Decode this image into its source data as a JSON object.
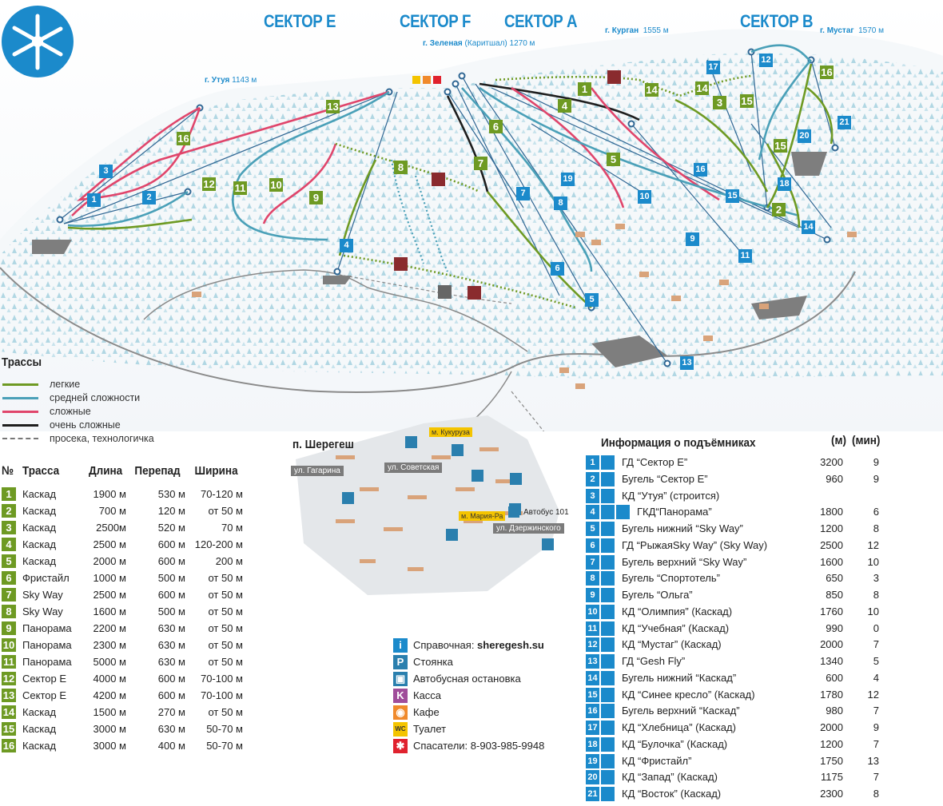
{
  "colors": {
    "easy": "#6e9a23",
    "medium": "#4aa0b8",
    "hard": "#e0456b",
    "very_hard": "#1e1e1e",
    "service": "#777777",
    "accent": "#1b8acb"
  },
  "logo": {
    "icon": "snowflake-skis-logo-icon"
  },
  "sectors": [
    "СЕКТОР E",
    "СЕКТОР F",
    "СЕКТОР A",
    "СЕКТОР B"
  ],
  "peaks": [
    {
      "name": "г. Утуя",
      "sub": "",
      "height": "1143 м"
    },
    {
      "name": "г. Зеленая",
      "sub": "(Каритшал)",
      "height": "1270 м"
    },
    {
      "name": "г. Курган",
      "sub": "",
      "height": "1555 м"
    },
    {
      "name": "г. Мустаг",
      "sub": "",
      "height": "1570 м"
    }
  ],
  "trail_markers": [
    "13",
    "16",
    "12",
    "11",
    "10",
    "9",
    "8",
    "7",
    "6",
    "4",
    "1",
    "5",
    "14",
    "14",
    "3",
    "15",
    "16",
    "15",
    "2"
  ],
  "lift_markers": [
    "3",
    "1",
    "2",
    "4",
    "17",
    "12",
    "21",
    "20",
    "16",
    "15",
    "18",
    "19",
    "7",
    "8",
    "10",
    "9",
    "11",
    "14",
    "6",
    "5",
    "13"
  ],
  "town": {
    "title": "п. Шерегеш",
    "streets": [
      "ул. Гагарина",
      "ул. Советская",
      "ул. Дзержинского"
    ],
    "shops": [
      "м. Кукуруза",
      "м. Мария-Ра"
    ],
    "bus": "Автобус 101"
  },
  "route_legend": {
    "title": "Трассы",
    "items": [
      {
        "label": "легкие",
        "style": "easy"
      },
      {
        "label": "средней сложности",
        "style": "medium"
      },
      {
        "label": "сложные",
        "style": "hard"
      },
      {
        "label": "очень сложные",
        "style": "very_hard"
      },
      {
        "label": "просека, технологичка",
        "style": "service"
      }
    ]
  },
  "pistes": {
    "headers": [
      "№",
      "Трасса",
      "Длина",
      "Перепад",
      "Ширина"
    ],
    "rows": [
      [
        "1",
        "Каскад",
        "1900 м",
        "530 м",
        "70-120 м"
      ],
      [
        "2",
        "Каскад",
        "700 м",
        "120 м",
        "от 50 м"
      ],
      [
        "3",
        "Каскад",
        "2500м",
        "520 м",
        "70 м"
      ],
      [
        "4",
        "Каскад",
        "2500 м",
        "600 м",
        "120-200 м"
      ],
      [
        "5",
        "Каскад",
        "2000 м",
        "600 м",
        "200 м"
      ],
      [
        "6",
        "Фристайл",
        "1000 м",
        "500 м",
        "от 50 м"
      ],
      [
        "7",
        "Sky Way",
        "2500 м",
        "600 м",
        "от 50 м"
      ],
      [
        "8",
        "Sky Way",
        "1600 м",
        "500 м",
        "от 50 м"
      ],
      [
        "9",
        "Панорама",
        "2200 м",
        "630 м",
        "от 50 м"
      ],
      [
        "10",
        "Панорама",
        "2300 м",
        "630 м",
        "от 50 м"
      ],
      [
        "11",
        "Панорама",
        "5000 м",
        "630 м",
        "от 50 м"
      ],
      [
        "12",
        "Сектор E",
        "4000 м",
        "600 м",
        "70-100 м"
      ],
      [
        "13",
        "Сектор E",
        "4200 м",
        "600 м",
        "70-100 м"
      ],
      [
        "14",
        "Каскад",
        "1500 м",
        "270 м",
        "от 50 м"
      ],
      [
        "15",
        "Каскад",
        "3000 м",
        "630 м",
        "50-70 м"
      ],
      [
        "16",
        "Каскад",
        "3000 м",
        "400 м",
        "50-70 м"
      ]
    ]
  },
  "info_legend": [
    {
      "icon": "info-icon",
      "glyph": "i",
      "color": "#1b8acb",
      "label": "Справочная: ",
      "bold": "sheregesh.su"
    },
    {
      "icon": "parking-icon",
      "glyph": "P",
      "color": "#2a7fae",
      "label": "Стоянка",
      "bold": ""
    },
    {
      "icon": "bus-stop-icon",
      "glyph": "▣",
      "color": "#2a7fae",
      "label": "Автобусная остановка",
      "bold": ""
    },
    {
      "icon": "ticket-office-icon",
      "glyph": "K",
      "color": "#a04d9a",
      "label": "Касса",
      "bold": ""
    },
    {
      "icon": "cafe-icon",
      "glyph": "◉",
      "color": "#f08a2c",
      "label": "Кафе",
      "bold": ""
    },
    {
      "icon": "toilet-icon",
      "glyph": "WC",
      "color": "#f4c400",
      "label": "Туалет",
      "bold": ""
    },
    {
      "icon": "rescue-icon",
      "glyph": "✱",
      "color": "#e0222e",
      "label": "Спасатели: 8-903-985-9948",
      "bold": ""
    }
  ],
  "lifts": {
    "title": "Информация о подъёмниках",
    "col_m": "(м)",
    "col_min": "(мин)",
    "rows": [
      {
        "n": "1",
        "type": "gondola",
        "name": "ГД “Сектор E”",
        "m": "3200",
        "min": "9"
      },
      {
        "n": "2",
        "type": "tbar",
        "name": "Бугель “Сектор E”",
        "m": "960",
        "min": "9"
      },
      {
        "n": "3",
        "type": "chair",
        "name": "КД “Утуя” (строится)",
        "m": "",
        "min": ""
      },
      {
        "n": "4",
        "type": "chair-gondola",
        "name": "ГКД“Панорама”",
        "m": "1800",
        "min": "6"
      },
      {
        "n": "5",
        "type": "tbar",
        "name": "Бугель нижний “Sky Way”",
        "m": "1200",
        "min": "8"
      },
      {
        "n": "6",
        "type": "gondola",
        "name": "ГД “РыжаяSky Way” (Sky Way)",
        "m": "2500",
        "min": "12"
      },
      {
        "n": "7",
        "type": "tbar",
        "name": "Бугель верхний “Sky Way”",
        "m": "1600",
        "min": "10"
      },
      {
        "n": "8",
        "type": "tbar",
        "name": "Бугель “Спортотель”",
        "m": "650",
        "min": "3"
      },
      {
        "n": "9",
        "type": "tbar",
        "name": "Бугель “Ольга”",
        "m": "850",
        "min": "8"
      },
      {
        "n": "10",
        "type": "chair",
        "name": "КД “Олимпия” (Каскад)",
        "m": "1760",
        "min": "10"
      },
      {
        "n": "11",
        "type": "chair",
        "name": "КД “Учебная” (Каскад)",
        "m": "990",
        "min": "0"
      },
      {
        "n": "12",
        "type": "chair",
        "name": "КД “Мустаг” (Каскад)",
        "m": "2000",
        "min": "7"
      },
      {
        "n": "13",
        "type": "gondola",
        "name": "ГД  “Gesh Fly”",
        "m": "1340",
        "min": "5"
      },
      {
        "n": "14",
        "type": "tbar",
        "name": "Бугель нижний “Каскад”",
        "m": "600",
        "min": "4"
      },
      {
        "n": "15",
        "type": "chair",
        "name": "КД “Синее кресло” (Каскад)",
        "m": "1780",
        "min": "12"
      },
      {
        "n": "16",
        "type": "tbar",
        "name": "Бугель верхний “Каскад”",
        "m": "980",
        "min": "7"
      },
      {
        "n": "17",
        "type": "chair",
        "name": "КД “Хлебница” (Каскад)",
        "m": "2000",
        "min": "9"
      },
      {
        "n": "18",
        "type": "chair",
        "name": "КД “Булочка” (Каскад)",
        "m": "1200",
        "min": "7"
      },
      {
        "n": "19",
        "type": "chair",
        "name": "КД “Фристайл”",
        "m": "1750",
        "min": "13"
      },
      {
        "n": "20",
        "type": "chair",
        "name": "КД “Запад” (Каскад)",
        "m": "1175",
        "min": "7"
      },
      {
        "n": "21",
        "type": "chair",
        "name": "КД “Восток” (Каскад)",
        "m": "2300",
        "min": "8"
      }
    ]
  }
}
